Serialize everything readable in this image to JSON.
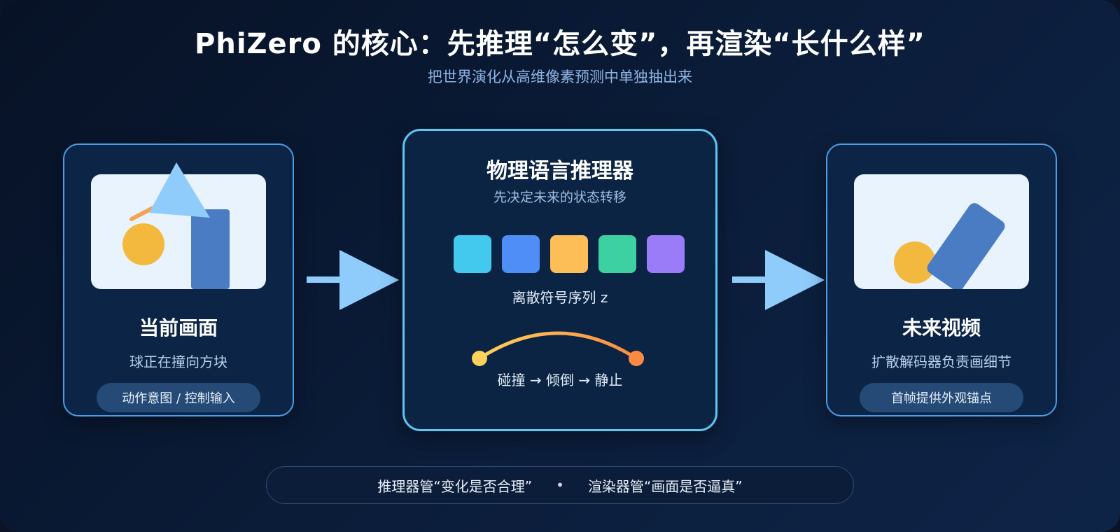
{
  "header": {
    "title": "PhiZero 的核心：先推理“怎么变”，再渲染“长什么样”",
    "subtitle": "把世界演化从高维像素预测中单独抽出来"
  },
  "left_card": {
    "label": "当前画面",
    "description": "球正在撞向方块",
    "pill": "动作意图 / 控制输入"
  },
  "center_card": {
    "title": "物理语言推理器",
    "subtitle": "先决定未来的状态转移",
    "sequence_label": "离散符号序列 z",
    "transition": "碰撞 → 倾倒 → 静止",
    "token_colors": [
      "#43c8ee",
      "#4f8ef7",
      "#fdbd57",
      "#3dd0a0",
      "#9b7cf8"
    ]
  },
  "right_card": {
    "label": "未来视频",
    "description": "扩散解码器负责画细节",
    "pill": "首帧提供外观锚点"
  },
  "footer": {
    "left": "推理器管“变化是否合理”",
    "separator": "•",
    "right": "渲染器管“画面是否逼真”"
  },
  "colors": {
    "ball": "#f3b93f",
    "block": "#4a7cc4",
    "triangle": "#8fccfb",
    "arrow": "#8fccfb",
    "arc_start": "#fdd25a",
    "arc_end": "#fb8a43"
  }
}
